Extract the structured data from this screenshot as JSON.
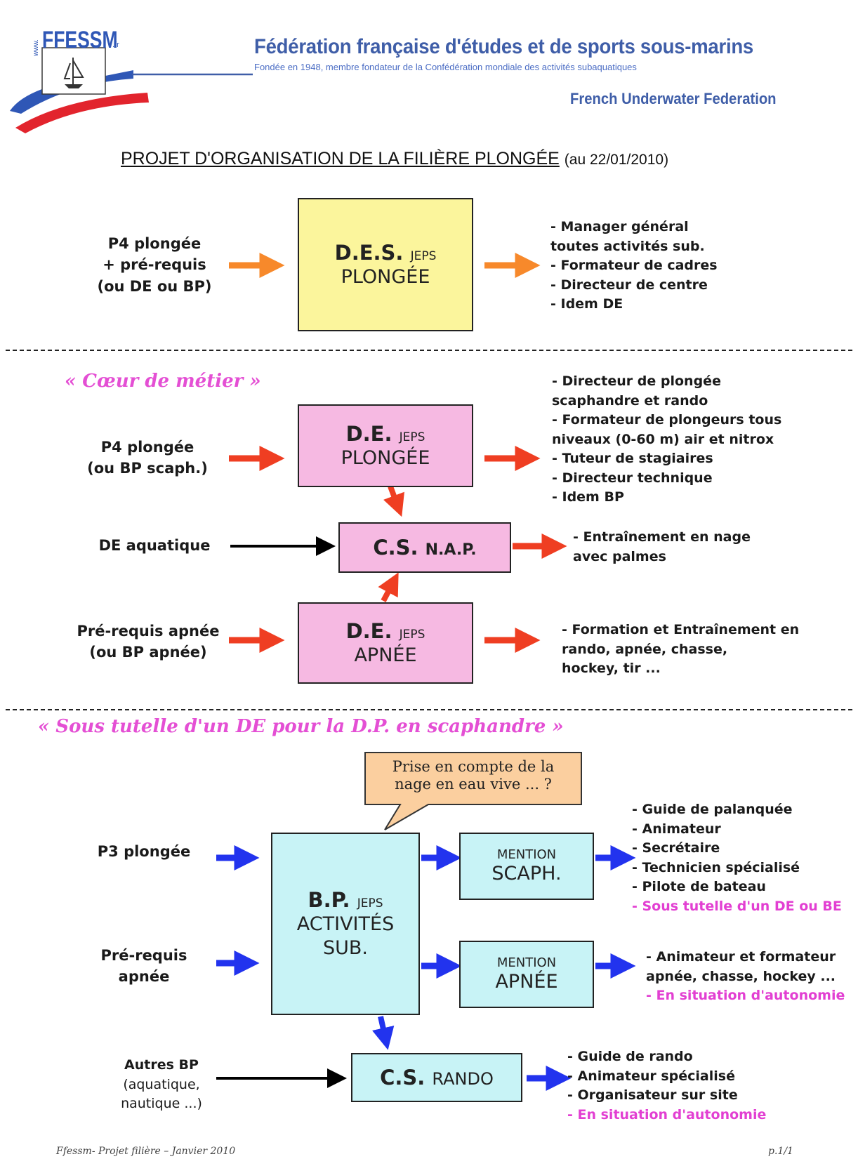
{
  "header": {
    "logo_text": "FFESSM",
    "logo_suffix": ".fr",
    "logo_www": "www.",
    "federation_name": "Fédération française d'études et de sports sous-marins",
    "federation_subtitle": "Fondée en 1948, membre fondateur de la Confédération mondiale des activités subaquatiques",
    "english_name": "French Underwater Federation"
  },
  "page_title": {
    "main": "PROJET D'ORGANISATION DE LA FILIÈRE PLONGÉE",
    "date": "(au 22/01/2010)"
  },
  "section_des": {
    "input": [
      "P4 plongée",
      "+ pré-requis",
      "(ou DE ou BP)"
    ],
    "box": {
      "line1": "D.E.S.",
      "line1_small": "JEPS",
      "line2": "PLONGÉE"
    },
    "outputs": [
      "- Manager général",
      "toutes activités sub.",
      "- Formateur de cadres",
      "- Directeur de centre",
      "- Idem DE"
    ]
  },
  "section_coeur": {
    "heading": "« Cœur de métier »",
    "de_plongee": {
      "input": [
        "P4 plongée",
        "(ou BP scaph.)"
      ],
      "box": {
        "line1": "D.E.",
        "line1_small": "JEPS",
        "line2": "PLONGÉE"
      },
      "outputs": [
        "- Directeur de plongée",
        "scaphandre et rando",
        "- Formateur de plongeurs tous",
        "niveaux (0-60 m) air et nitrox",
        "- Tuteur de stagiaires",
        "- Directeur technique",
        "- Idem BP"
      ]
    },
    "cs_nap": {
      "input": [
        "DE aquatique"
      ],
      "box": {
        "line1": "C.S.",
        "line1_rest": "N.A.P."
      },
      "outputs": [
        "- Entraînement en nage",
        "avec palmes"
      ]
    },
    "de_apnee": {
      "input": [
        "Pré-requis apnée",
        "(ou BP apnée)"
      ],
      "box": {
        "line1": "D.E.",
        "line1_small": "JEPS",
        "line2": "APNÉE"
      },
      "outputs": [
        "- Formation et Entraînement en",
        "rando, apnée, chasse,",
        "hockey, tir ..."
      ]
    }
  },
  "section_tutelle": {
    "heading": "« Sous tutelle d'un DE pour la D.P. en scaphandre »",
    "callout": [
      "Prise en compte de la",
      "nage en eau vive ... ?"
    ],
    "inputs": {
      "p3": [
        "P3 plongée"
      ],
      "prereq": [
        "Pré-requis",
        "apnée"
      ],
      "autres": [
        "Autres BP",
        "(aquatique,",
        "nautique ...)"
      ]
    },
    "bp_box": {
      "line1": "B.P.",
      "line1_small": "JEPS",
      "line2": "ACTIVITÉS",
      "line3": "SUB."
    },
    "mention_scaph": {
      "small": "MENTION",
      "big": "SCAPH.",
      "outputs": [
        "- Guide de palanquée",
        "- Animateur",
        "- Secrétaire",
        "- Technicien spécialisé",
        "- Pilote de bateau"
      ],
      "output_note": "- Sous tutelle d'un DE ou BE"
    },
    "mention_apnee": {
      "small": "MENTION",
      "big": "APNÉE",
      "outputs": [
        "- Animateur et formateur",
        "apnée, chasse, hockey ..."
      ],
      "output_note": "- En situation d'autonomie"
    },
    "cs_rando": {
      "line1": "C.S.",
      "line1_rest": "RANDO",
      "outputs": [
        "- Guide de rando",
        "- Animateur spécialisé",
        "- Organisateur sur site"
      ],
      "output_note": "- En situation d'autonomie"
    }
  },
  "footer": {
    "left": "Ffessm- Projet filière – Janvier 2010",
    "right": "p.1/1"
  },
  "colors": {
    "yellow_box": "#fbf59c",
    "pink_box": "#f6b9e2",
    "cyan_box": "#c8f3f6",
    "orange_arrow": "#f7892b",
    "red_arrow": "#ef3e22",
    "blue_arrow": "#2233ee",
    "black_arrow": "#000000",
    "magenta_text": "#e23fd2",
    "header_blue": "#3f5ea8",
    "callout_fill": "#fbcf9f"
  }
}
